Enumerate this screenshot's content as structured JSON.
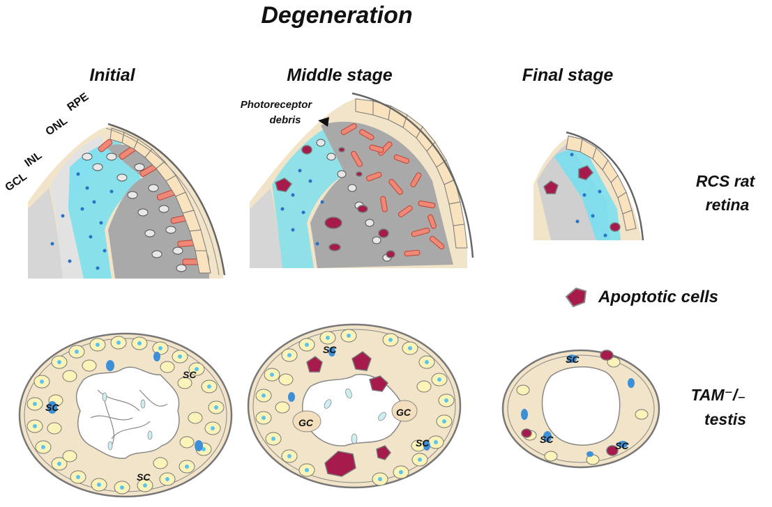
{
  "title": "Degeneration",
  "stages": [
    "Initial",
    "Middle stage",
    "Final stage"
  ],
  "row_labels": {
    "retina_line1": "RCS rat",
    "retina_line2": "retina",
    "testis_line1": "TAM⁻/₋",
    "testis_line2": "testis"
  },
  "retina_layers": [
    "RPE",
    "ONL",
    "INL",
    "GCL"
  ],
  "annotation_line1": "Photoreceptor",
  "annotation_line2": "debris",
  "legend_label": "Apoptotic cells",
  "cell_labels": {
    "sc": "SC",
    "gc": "GC"
  },
  "colors": {
    "rpe_cell": "#f9e3bf",
    "photoreceptor": "#ee8877",
    "inl_cyan": "#66e2f3",
    "nucleus_blue": "#2a72c9",
    "apoptotic": "#a61a4c",
    "tissue_gray": "#cfcfcf",
    "outline": "#777777"
  }
}
